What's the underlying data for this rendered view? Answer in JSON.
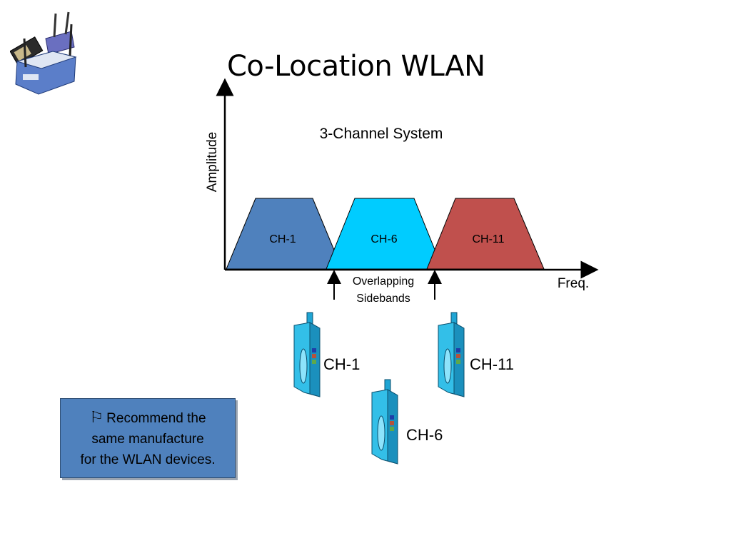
{
  "slide": {
    "title": "Co-Location WLAN"
  },
  "diagram": {
    "subtitle": "3-Channel System",
    "y_axis_label": "Amplitude",
    "x_axis_label": "Freq.",
    "channels": [
      {
        "label": "CH-1",
        "color": "#4f81bd"
      },
      {
        "label": "CH-6",
        "color": "#00ccff"
      },
      {
        "label": "CH-11",
        "color": "#c0504d"
      }
    ],
    "overlap_label_line1": "Overlapping",
    "overlap_label_line2": "Sidebands",
    "overlap_color": "#a6a6a6"
  },
  "access_points": [
    {
      "label": "CH-1",
      "icon": "access-point-icon"
    },
    {
      "label": "CH-11",
      "icon": "access-point-icon"
    },
    {
      "label": "CH-6",
      "icon": "access-point-icon"
    }
  ],
  "note": {
    "icon": "flag-icon",
    "line1": "Recommend the",
    "line2": "same manufacture",
    "line3": "for the WLAN devices.",
    "background": "#4f81bd"
  }
}
